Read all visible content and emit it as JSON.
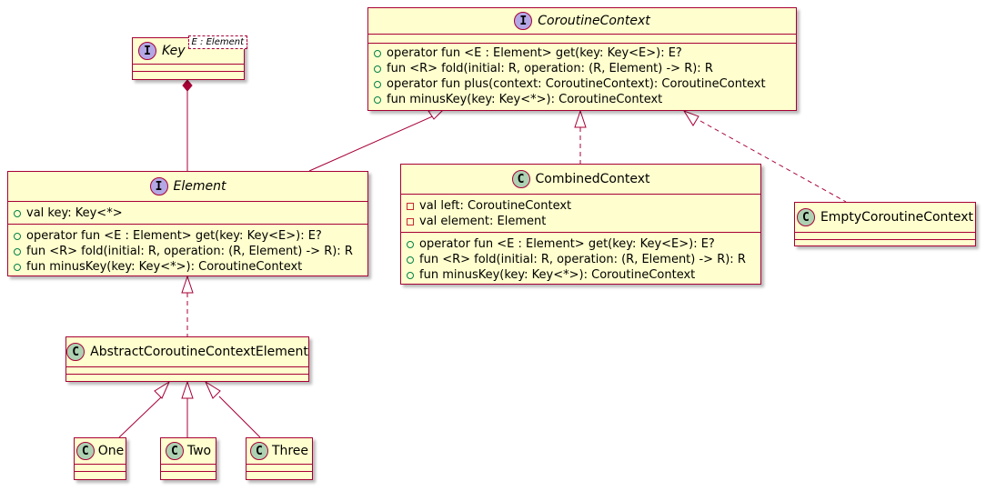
{
  "classes": {
    "key": {
      "name": "Key",
      "stereotype": "I",
      "type_param": "E : Element",
      "fields": [],
      "methods": []
    },
    "coroutine_context": {
      "name": "CoroutineContext",
      "stereotype": "I",
      "fields": [],
      "methods": [
        {
          "visibility": "public",
          "text": "operator fun <E : Element> get(key: Key<E>): E?"
        },
        {
          "visibility": "public",
          "text": "fun <R> fold(initial: R, operation: (R, Element) -> R): R"
        },
        {
          "visibility": "public",
          "text": "operator fun plus(context: CoroutineContext): CoroutineContext"
        },
        {
          "visibility": "public",
          "text": "fun minusKey(key: Key<*>): CoroutineContext"
        }
      ]
    },
    "element": {
      "name": "Element",
      "stereotype": "I",
      "fields": [
        {
          "visibility": "public",
          "text": "val key: Key<*>"
        }
      ],
      "methods": [
        {
          "visibility": "public",
          "text": "operator fun <E : Element> get(key: Key<E>): E?"
        },
        {
          "visibility": "public",
          "text": "fun <R> fold(initial: R, operation: (R, Element) -> R): R"
        },
        {
          "visibility": "public",
          "text": "fun minusKey(key: Key<*>): CoroutineContext"
        }
      ]
    },
    "combined_context": {
      "name": "CombinedContext",
      "stereotype": "C",
      "fields": [
        {
          "visibility": "private",
          "text": "val left: CoroutineContext"
        },
        {
          "visibility": "private",
          "text": "val element: Element"
        }
      ],
      "methods": [
        {
          "visibility": "public",
          "text": "operator fun <E : Element> get(key: Key<E>): E?"
        },
        {
          "visibility": "public",
          "text": "fun <R> fold(initial: R, operation: (R, Element) -> R): R"
        },
        {
          "visibility": "public",
          "text": "fun minusKey(key: Key<*>): CoroutineContext"
        }
      ]
    },
    "empty_coroutine_context": {
      "name": "EmptyCoroutineContext",
      "stereotype": "C",
      "fields": [],
      "methods": []
    },
    "abstract_coroutine_context_element": {
      "name": "AbstractCoroutineContextElement",
      "stereotype": "C",
      "fields": [],
      "methods": []
    },
    "one": {
      "name": "One",
      "stereotype": "C",
      "fields": [],
      "methods": []
    },
    "two": {
      "name": "Two",
      "stereotype": "C",
      "fields": [],
      "methods": []
    },
    "three": {
      "name": "Three",
      "stereotype": "C",
      "fields": [],
      "methods": []
    }
  },
  "relations": [
    {
      "from": "element",
      "to": "key",
      "type": "composition"
    },
    {
      "from": "element",
      "to": "coroutine_context",
      "type": "extends"
    },
    {
      "from": "combined_context",
      "to": "coroutine_context",
      "type": "implements"
    },
    {
      "from": "empty_coroutine_context",
      "to": "coroutine_context",
      "type": "implements"
    },
    {
      "from": "abstract_coroutine_context_element",
      "to": "element",
      "type": "implements"
    },
    {
      "from": "one",
      "to": "abstract_coroutine_context_element",
      "type": "extends"
    },
    {
      "from": "two",
      "to": "abstract_coroutine_context_element",
      "type": "extends"
    },
    {
      "from": "three",
      "to": "abstract_coroutine_context_element",
      "type": "extends"
    }
  ],
  "colors": {
    "class_fill": "#FEFECE",
    "border": "#A80036",
    "interface_badge": "#B4A7E5",
    "class_badge": "#ADD1B2",
    "public_marker": "#038048",
    "private_marker": "#C82930"
  }
}
